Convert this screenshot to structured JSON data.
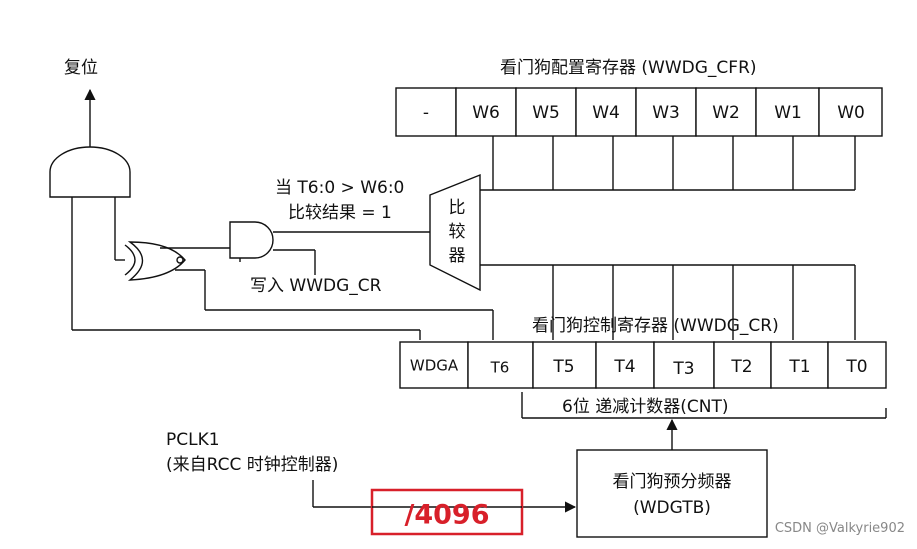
{
  "reset_label": "复位",
  "cfr": {
    "title": "看门狗配置寄存器 (WWDG_CFR)",
    "bits": [
      "-",
      "W6",
      "W5",
      "W4",
      "W3",
      "W2",
      "W1",
      "W0"
    ]
  },
  "comparator": {
    "label_line1": "比",
    "label_line2": "较",
    "label_line3": "器",
    "condition_line1": "当 T6:0 > W6:0",
    "condition_line2": "比较结果 = 1"
  },
  "write_label": "写入 WWDG_CR",
  "cr": {
    "title": "看门狗控制寄存器 (WWDG_CR)",
    "bits": [
      "WDGA",
      "T6",
      "T5",
      "T4",
      "T3",
      "T2",
      "T1",
      "T0"
    ]
  },
  "counter_label": "6位 递减计数器(CNT)",
  "pclk_line1": "PCLK1",
  "pclk_line2": "(来自RCC 时钟控制器)",
  "divider_label": "/4096",
  "prescaler": {
    "line1": "看门狗预分频器",
    "line2": "(WDGTB)"
  },
  "watermark": "CSDN @Valkyrie902",
  "colors": {
    "line": "#111111",
    "highlight": "#d8202a"
  }
}
